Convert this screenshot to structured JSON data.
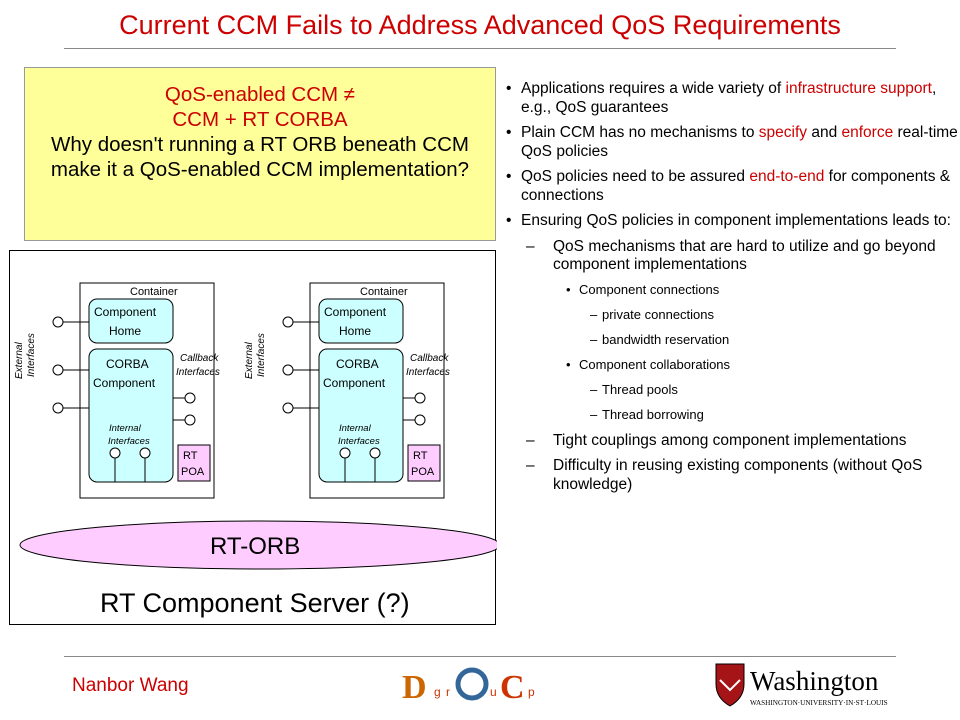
{
  "title": "Current CCM Fails to Address Advanced QoS Requirements",
  "callout": {
    "line1": "QoS-enabled CCM ≠",
    "line2": "CCM + RT CORBA",
    "question": "Why doesn't running a RT ORB beneath CCM make it a QoS-enabled CCM implementation?"
  },
  "diagram": {
    "containers": [
      {
        "label": "Container",
        "home": [
          "Component",
          "Home"
        ],
        "component": [
          "CORBA",
          "Component"
        ],
        "internal": [
          "Internal",
          "Interfaces"
        ],
        "callback": [
          "Callback",
          "Interfaces"
        ],
        "external": [
          "External",
          "Interfaces"
        ],
        "poa": [
          "RT",
          "POA"
        ]
      },
      {
        "label": "Container",
        "home": [
          "Component",
          "Home"
        ],
        "component": [
          "CORBA",
          "Component"
        ],
        "internal": [
          "Internal",
          "Interfaces"
        ],
        "callback": [
          "Callback",
          "Interfaces"
        ],
        "external": [
          "External",
          "Interfaces"
        ],
        "poa": [
          "RT",
          "POA"
        ]
      }
    ],
    "orb": "RT-ORB",
    "server": "RT Component Server (?)"
  },
  "bullets": {
    "b1_pre": "Applications requires a wide variety of ",
    "b1_hl": "infrastructure support",
    "b1_post": ", e.g., QoS guarantees",
    "b2_pre": "Plain CCM has no mechanisms to ",
    "b2_hl1": "specify",
    "b2_mid": " and ",
    "b2_hl2": "enforce",
    "b2_post": " real-time QoS policies",
    "b3_pre": "QoS policies need to be assured ",
    "b3_hl": "end-to-end",
    "b3_post": " for components & connections",
    "b4": "Ensuring QoS policies in component implementations leads to:",
    "s1": "QoS mechanisms that are hard to utilize and go beyond component implementations",
    "ss1": "Component connections",
    "sss1": "private connections",
    "sss2": "bandwidth reservation",
    "ss2": "Component collaborations",
    "sss3": "Thread pools",
    "sss4": "Thread borrowing",
    "s2": "Tight couplings among component implementations",
    "s3": "Difficulty in reusing existing components (without QoS  knowledge)"
  },
  "footer": {
    "author": "Nanbor Wang",
    "doc_logo_letters": [
      "D",
      "g",
      "r",
      "O",
      "u",
      "C",
      "p"
    ],
    "wu_name": "Washington",
    "wu_sub": "WASHINGTON·UNIVERSITY·IN·ST·LOUIS"
  }
}
